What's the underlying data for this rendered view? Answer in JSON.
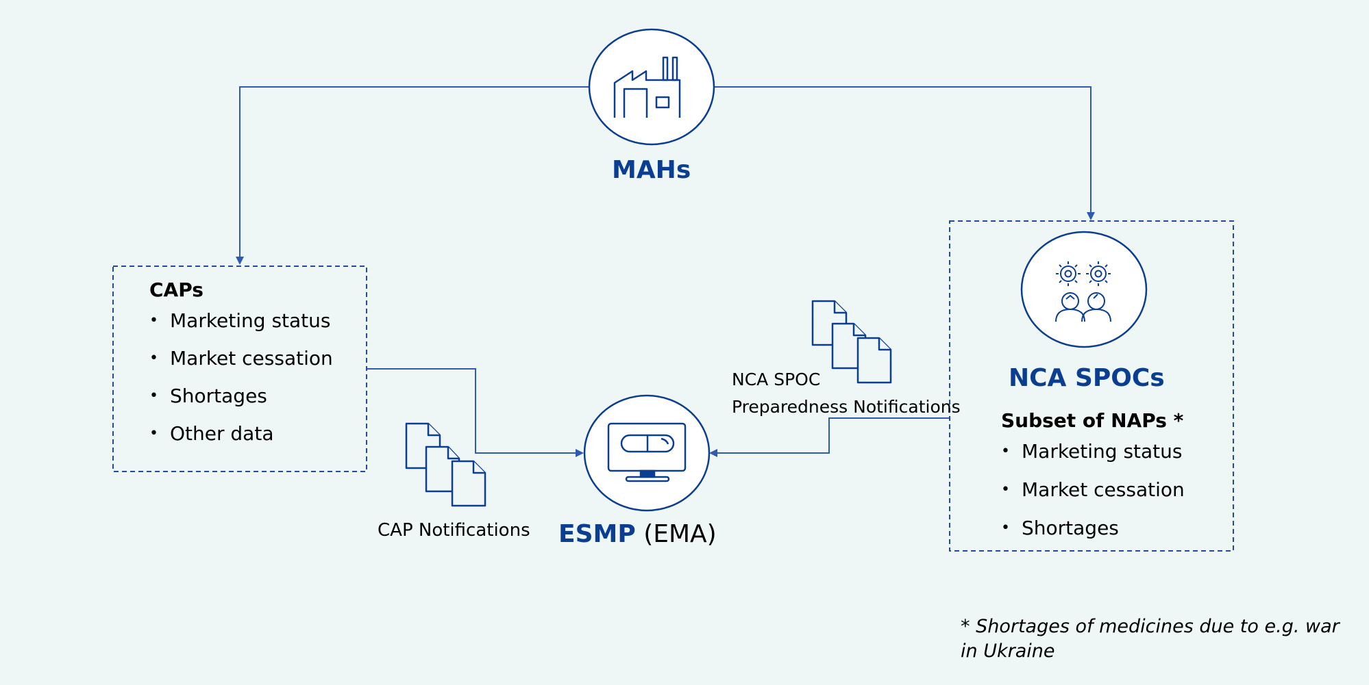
{
  "mahs": {
    "label": "MAHs",
    "icon": "factory-icon"
  },
  "caps": {
    "title": "CAPs",
    "items": [
      "Marketing status",
      "Market cessation",
      "Shortages",
      "Other data"
    ]
  },
  "nca": {
    "label": "NCA SPOCs",
    "icon": "people-gears-icon",
    "subtitle": "Subset of NAPs *",
    "items": [
      "Marketing status",
      "Market cessation",
      "Shortages"
    ]
  },
  "esmp": {
    "label_bold": "ESMP",
    "label_suffix": "(EMA)",
    "icon": "computer-pill-icon"
  },
  "cap_notifications": {
    "label": "CAP Notifications",
    "icon": "documents-icon"
  },
  "nca_notifications": {
    "line1": "NCA SPOC",
    "line2": "Preparedness Notifications",
    "icon": "documents-icon"
  },
  "footnote": {
    "line1": "* Shortages of medicines due to e.g. war",
    "line2": "in Ukraine"
  },
  "colors": {
    "background": "#eef7f5",
    "primary": "#0b3d91",
    "connector": "#2e5ab2"
  }
}
